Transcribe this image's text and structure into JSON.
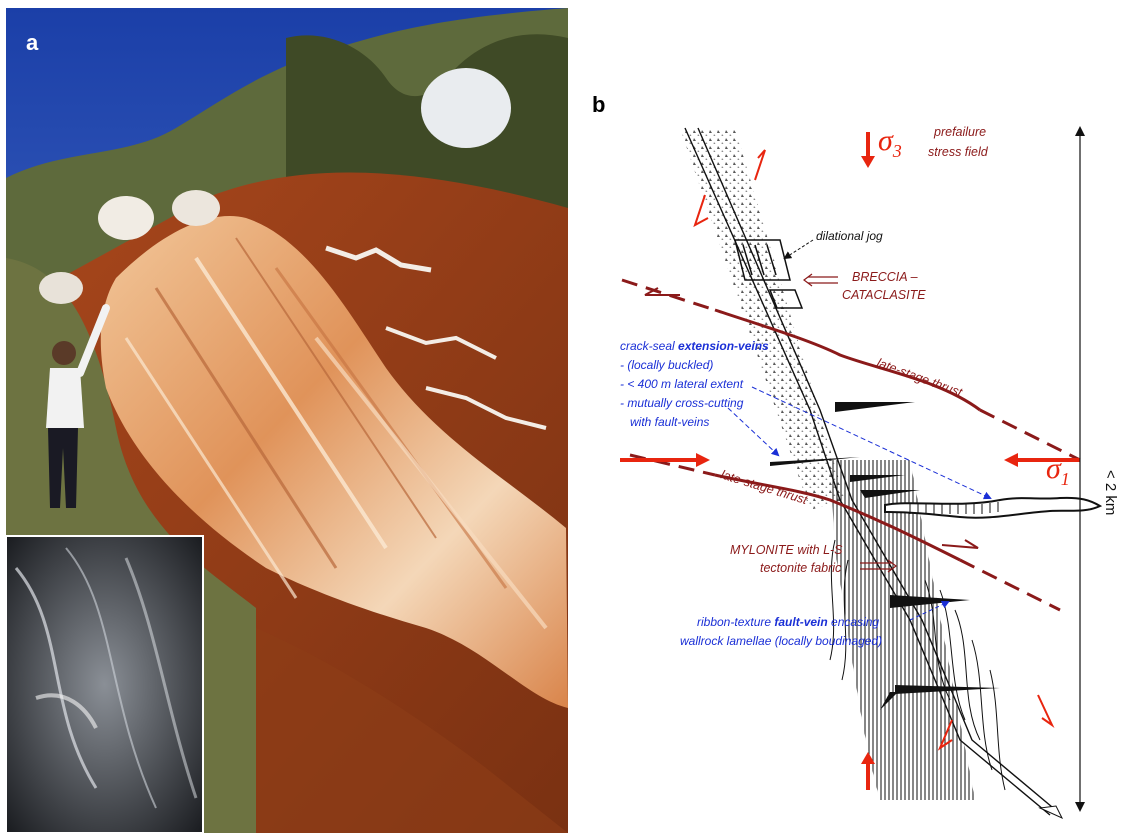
{
  "panel_a": {
    "letter": "a"
  },
  "panel_b": {
    "letter": "b",
    "sigma3_symbol": "σ",
    "sigma3_sub": "3",
    "sigma1_symbol": "σ",
    "sigma1_sub": "1",
    "prefailure_line1": "prefailure",
    "prefailure_line2": "stress field",
    "dilational_jog": "dilational jog",
    "breccia_line1": "BRECCIA –",
    "breccia_line2": "CATACLASITE",
    "crack_seal": {
      "line1_prefix": "crack-seal ",
      "line1_bold": "extension-veins",
      "line2": "- (locally buckled)",
      "line3": "- < 400 m lateral extent",
      "line4": "- mutually cross-cutting",
      "line5": "with fault-veins"
    },
    "late_stage_thrust_upper": "late-stage thrust",
    "late_stage_thrust_lower": "late-stage thrust",
    "mylonite_line1": "MYLONITE with L-S",
    "mylonite_line2": "tectonite fabric",
    "ribbon": {
      "line1_prefix": "ribbon-texture ",
      "line1_bold": "fault-vein",
      "line1_suffix": " encasing",
      "line2": "wallrock lamellae (locally boudinaged)"
    },
    "scale_label": "< 2 km",
    "colors": {
      "stress_arrow": "#e8250f",
      "thrust": "#8b1a1a",
      "annotation_blue": "#1a2fd6"
    }
  }
}
